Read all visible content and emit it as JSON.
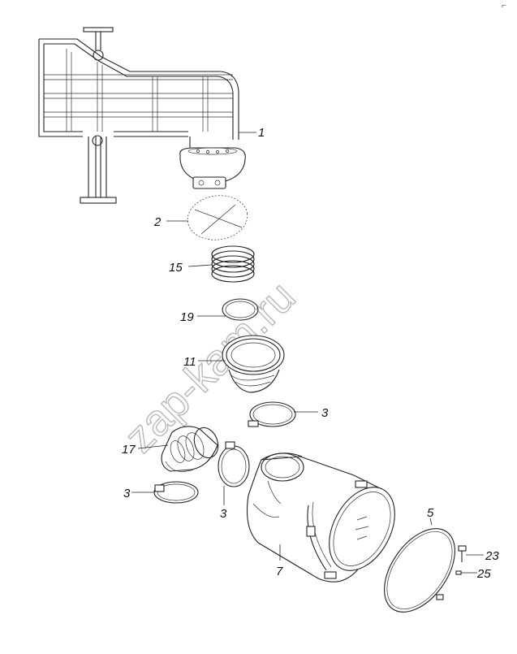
{
  "watermark": "zap-kam.ru",
  "corner_mark": "⌐",
  "callouts": [
    {
      "id": "c1",
      "text": "1"
    },
    {
      "id": "c2",
      "text": "2"
    },
    {
      "id": "c15",
      "text": "15"
    },
    {
      "id": "c19",
      "text": "19"
    },
    {
      "id": "c11",
      "text": "11"
    },
    {
      "id": "c3a",
      "text": "3"
    },
    {
      "id": "c17",
      "text": "17"
    },
    {
      "id": "c3b",
      "text": "3"
    },
    {
      "id": "c3c",
      "text": "3"
    },
    {
      "id": "c5",
      "text": "5"
    },
    {
      "id": "c23",
      "text": "23"
    },
    {
      "id": "c7",
      "text": "7"
    },
    {
      "id": "c25",
      "text": "25"
    }
  ]
}
